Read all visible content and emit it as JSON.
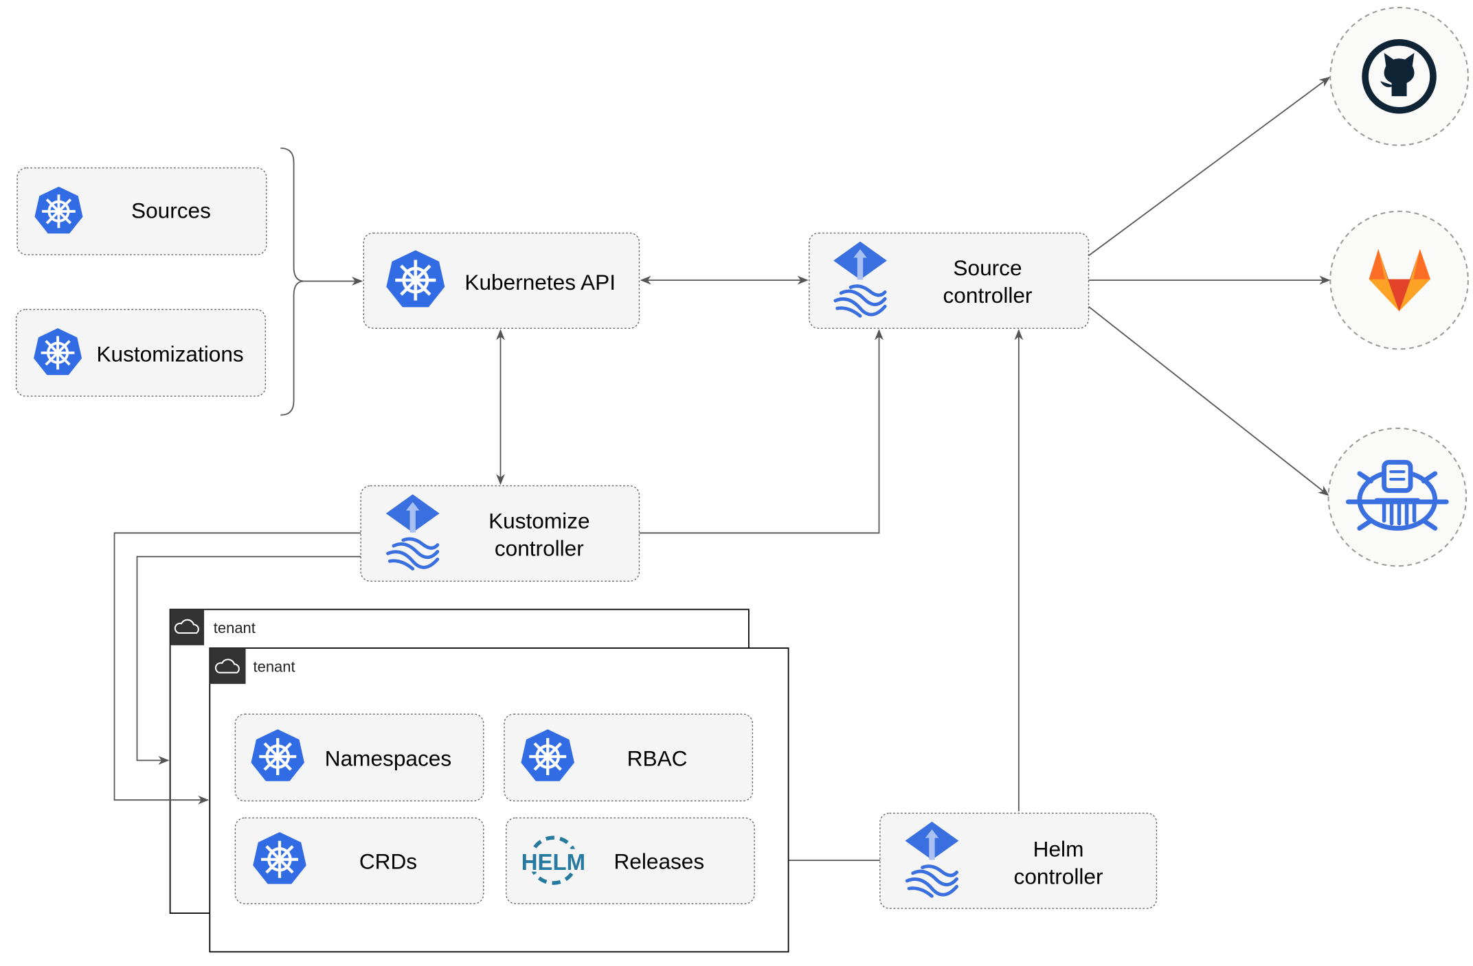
{
  "colors": {
    "kubernetes_blue": "#326CE5",
    "flux_blue": "#3A6FE0",
    "helm_blue": "#277A9F",
    "github_dark": "#0F2536",
    "gitlab_orange": "#E24329",
    "gitlab_yellow": "#FCA326",
    "edge": "#555555"
  },
  "nodes": {
    "sources": {
      "label": "Sources",
      "icon": "kubernetes-icon"
    },
    "kustomizations": {
      "label": "Kustomizations",
      "icon": "kubernetes-icon"
    },
    "kubernetes_api": {
      "label": "Kubernetes API",
      "icon": "kubernetes-icon"
    },
    "source_controller": {
      "line1": "Source",
      "line2": "controller",
      "icon": "flux-icon"
    },
    "kustomize_controller": {
      "line1": "Kustomize",
      "line2": "controller",
      "icon": "flux-icon"
    },
    "helm_controller": {
      "line1": "Helm",
      "line2": "controller",
      "icon": "flux-icon"
    },
    "namespaces": {
      "label": "Namespaces",
      "icon": "kubernetes-icon"
    },
    "rbac": {
      "label": "RBAC",
      "icon": "kubernetes-icon"
    },
    "crds": {
      "label": "CRDs",
      "icon": "kubernetes-icon"
    },
    "releases": {
      "label": "Releases",
      "icon": "helm-icon",
      "icon_text": "HELM"
    }
  },
  "tenants": [
    {
      "label": "tenant",
      "icon": "cloud-icon"
    },
    {
      "label": "tenant",
      "icon": "cloud-icon"
    }
  ],
  "external_sources": [
    {
      "icon": "github-icon"
    },
    {
      "icon": "gitlab-icon"
    },
    {
      "icon": "bucket-bot-icon"
    }
  ]
}
